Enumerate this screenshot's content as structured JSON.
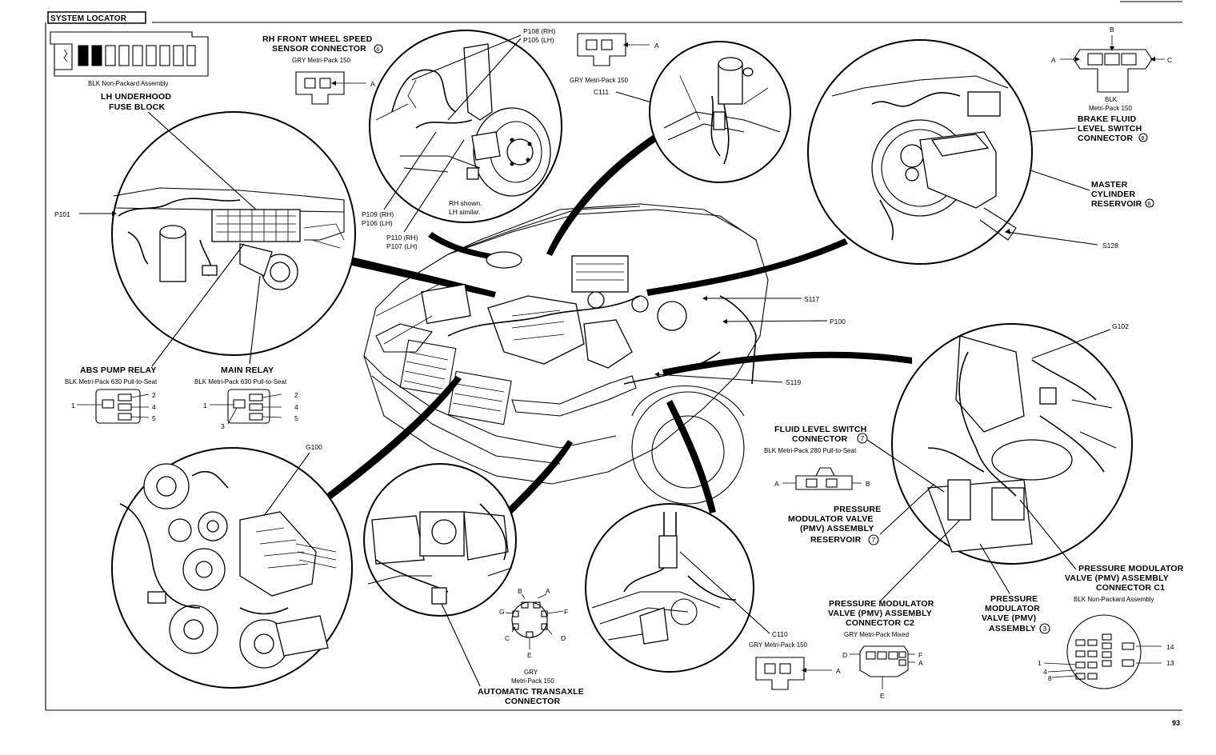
{
  "header": {
    "title": "SYSTEM LOCATOR"
  },
  "page_number": "93",
  "fuse_block": {
    "caption": "BLK Non-Packard Assembly"
  },
  "labels": {
    "lh_fuse_block": [
      "LH UNDERHOOD",
      "FUSE BLOCK"
    ],
    "p101": "P101",
    "abs_pump_relay": "ABS PUMP RELAY",
    "abs_pump_relay_spec": "BLK Metri-Pack 630 Pull-to-Seat",
    "main_relay": "MAIN RELAY",
    "main_relay_spec": "BLK Metri-Pack 630 Pull-to-Seat",
    "rh_wss": [
      "RH FRONT  WHEEL SPEED",
      "SENSOR CONNECTOR"
    ],
    "rh_wss_badge": "6",
    "rh_wss_spec": "GRY Metri-Pack 150",
    "p108_p105": [
      "P108 (RH)",
      "P105 (LH)"
    ],
    "p109_p106": [
      "P109 (RH)",
      "P106 (LH)"
    ],
    "p110_p107": [
      "P110 (RH)",
      "P107 (LH)"
    ],
    "rh_shown": [
      "RH shown.",
      "LH similar."
    ],
    "gry_150_top": "GRY Metri-Pack 150",
    "c111": "C111",
    "blk_150_top": [
      "BLK",
      "Metri-Pack 150"
    ],
    "brake_fluid": [
      "BRAKE FLUID",
      "LEVEL SWITCH",
      "CONNECTOR"
    ],
    "brake_fluid_badge": "8",
    "master_cyl": [
      "MASTER",
      "CYLINDER",
      "RESERVOIR"
    ],
    "master_cyl_badge": "6",
    "s128": "S128",
    "s117": "S117",
    "p100": "P100",
    "s119": "S119",
    "g102": "G102",
    "g100": "G100",
    "fluid_level": [
      "FLUID LEVEL SWITCH",
      "CONNECTOR"
    ],
    "fluid_level_badge": "7",
    "fluid_level_spec": "BLK Metri-Pack 280 Pull-to-Seat",
    "pmv_reservoir": [
      "PRESSURE",
      "MODULATOR VALVE",
      "(PMV) ASSEMBLY",
      "RESERVOIR"
    ],
    "pmv_reservoir_badge": "7",
    "pmv_c1": [
      "PRESSURE MODULATOR",
      "VALVE (PMV) ASSEMBLY",
      "CONNECTOR C1"
    ],
    "pmv_c1_spec": "BLK Non-Packard Assembly",
    "pmv_assembly": [
      "PRESSURE",
      "MODULATOR",
      "VALVE (PMV)",
      "ASSEMBLY"
    ],
    "pmv_assembly_badge": "3",
    "pmv_c2": [
      "PRESSURE MODULATOR",
      "VALVE (PMV) ASSEMBLY",
      "CONNECTOR C2"
    ],
    "pmv_c2_spec": "GRY Metri-Pack Mixed",
    "c110": "C110",
    "c110_spec": "GRY Metri-Pack 150",
    "trans_spec": [
      "GRY",
      "Metri-Pack 150"
    ],
    "trans": [
      "AUTOMATIC TRANSAXLE",
      "CONNECTOR"
    ]
  },
  "pins": {
    "a": "A",
    "b": "B",
    "c": "C",
    "d": "D",
    "e": "E",
    "f": "F",
    "g": "G",
    "n1": "1",
    "n2": "2",
    "n3": "3",
    "n4": "4",
    "n5": "5",
    "n8": "8",
    "n13": "13",
    "n14": "14"
  }
}
